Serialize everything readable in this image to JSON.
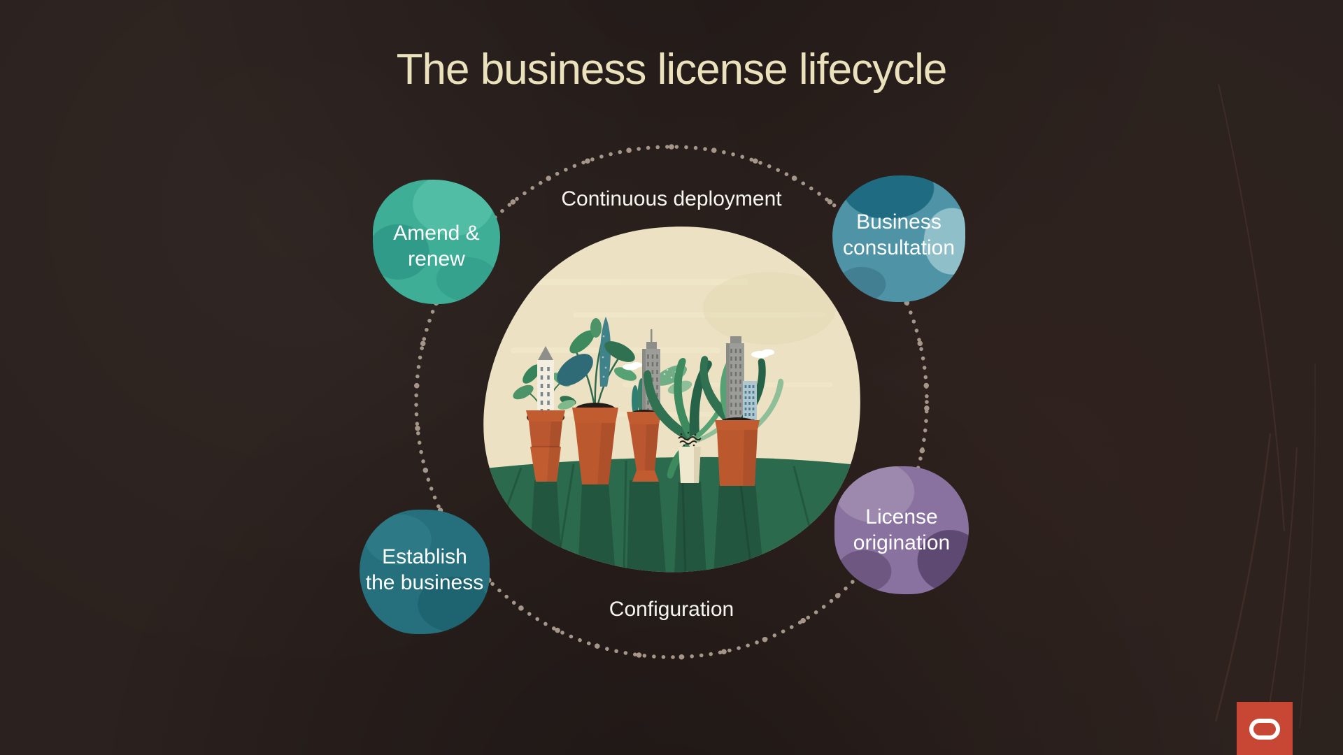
{
  "slide": {
    "title": "The business license lifecycle",
    "background_color": "#2B211E",
    "title_color": "#EBE1BD"
  },
  "lifecycle": {
    "ring": {
      "dot_color": "#A59689"
    },
    "top_label": "Continuous deployment",
    "bottom_label": "Configuration",
    "nodes": [
      {
        "id": "amend-renew",
        "label": "Amend &\nrenew",
        "color": "#3FAE97",
        "text_color": "#FFFFFF"
      },
      {
        "id": "business-consultation",
        "label": "Business\nconsultation",
        "color": "#4E93A6",
        "text_color": "#FFFFFF"
      },
      {
        "id": "license-origination",
        "label": "License\norigination",
        "color": "#8A72A0",
        "text_color": "#FFFFFF"
      },
      {
        "id": "establish-business",
        "label": "Establish\nthe business",
        "color": "#26707E",
        "text_color": "#FFFFFF"
      }
    ],
    "center_illustration": "potted-city-plants-illustration"
  },
  "branding": {
    "logo": "oracle-logo",
    "logo_mark": "oracle-o-icon",
    "logo_color": "#C74634"
  }
}
